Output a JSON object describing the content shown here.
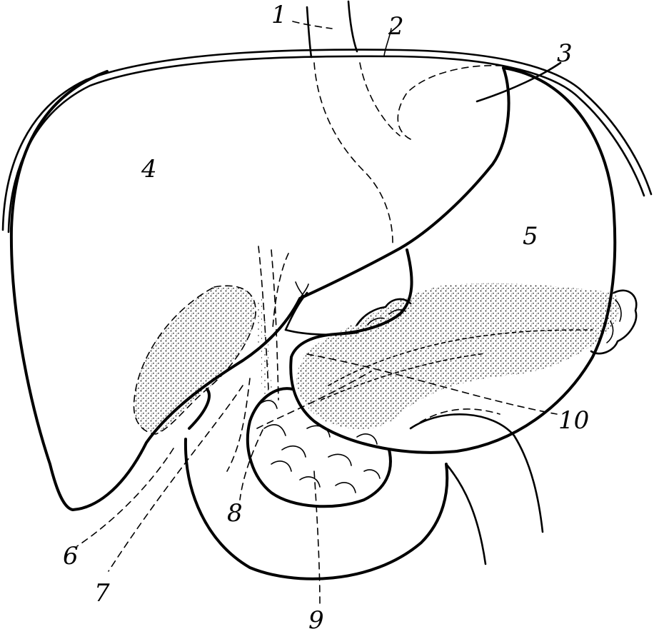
{
  "figure": {
    "labels": [
      "1",
      "2",
      "3",
      "4",
      "5",
      "6",
      "7",
      "8",
      "9",
      "10"
    ]
  },
  "colors": {
    "ink": "#000000",
    "background": "#ffffff",
    "stipple": "#000000"
  }
}
